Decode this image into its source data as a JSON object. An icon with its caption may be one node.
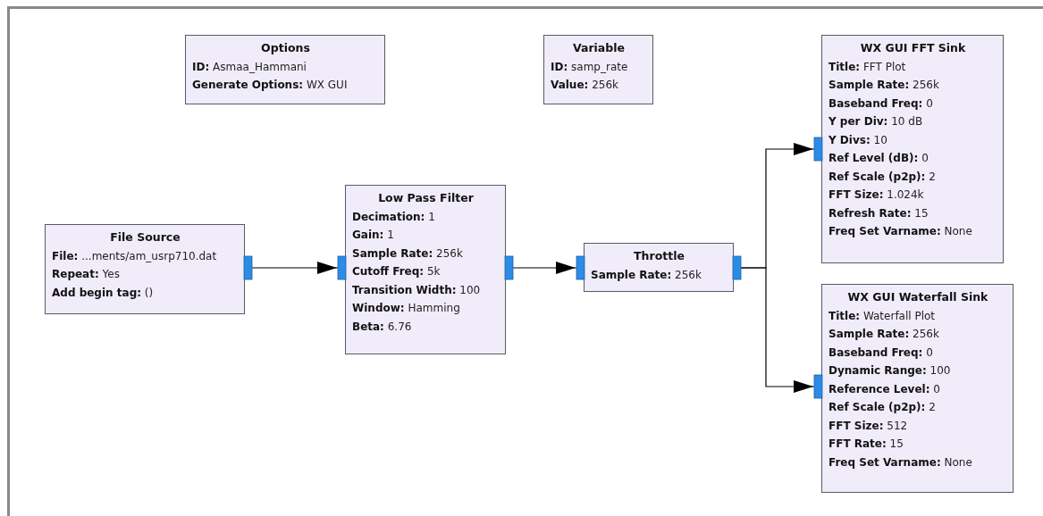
{
  "diagram": {
    "nodes": [
      {
        "text": [
          "Options",
          "**ID:** Asmaa_Hammani",
          "**Generate Options:** WX GUI"
        ]
      },
      {
        "text": [
          "Variable",
          "**ID:** samp_rate",
          "**Value:** 256k"
        ]
      },
      {
        "text": [
          "WX GUI FFT Sink",
          "**Title:** FFT Plot",
          "**Sample Rate:** 256k",
          "**Baseband Freq:** 0",
          "**Y per Div:** 10 dB",
          "**Y Divs:** 10",
          "**Ref Level (dB):** 0",
          "**Ref Scale (p2p):** 2",
          "**FFT Size:** 1.024k",
          "**Refresh Rate:** 15",
          "**Freq Set Varname:** None"
        ]
      },
      {
        "text": [
          "File Source",
          "**File:** ...ments/am_usrp710.dat",
          "**Repeat:** Yes",
          "**Add begin tag:** ()"
        ]
      },
      {
        "text": [
          "Low Pass Filter",
          "**Decimation:** 1",
          "**Gain:** 1",
          "**Sample Rate:** 256k",
          "**Cutoff Freq:** 5k",
          "**Transition Width:** 100",
          "**Window:** Hamming",
          "**Beta:** 6.76"
        ]
      },
      {
        "text": [
          "Throttle",
          "**Sample Rate:** 256k"
        ]
      },
      {
        "text": [
          "WX GUI Waterfall Sink",
          "**Title:** Waterfall Plot",
          "**Sample Rate:** 256k",
          "**Baseband Freq:** 0",
          "**Dynamic Range:** 100",
          "**Reference Level:** 0",
          "**Ref Scale (p2p):** 2",
          "**FFT Size:** 512",
          "**FFT Rate:** 15",
          "**Freq Set Varname:** None"
        ]
      }
    ],
    "edges": [
      {
        "from": 3,
        "to": 4,
        "arrow": "to"
      },
      {
        "from": 4,
        "to": 5,
        "arrow": "to"
      },
      {
        "from": 5,
        "to": 2,
        "arrow": "to"
      },
      {
        "from": 5,
        "to": 6,
        "arrow": "to"
      }
    ]
  }
}
